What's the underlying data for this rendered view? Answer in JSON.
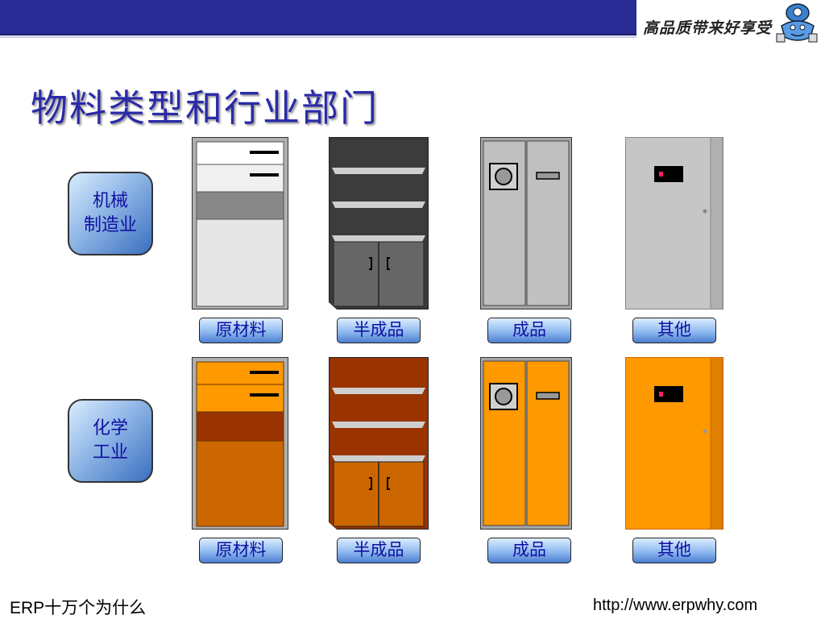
{
  "header": {
    "slogan": "高品质带来好享受"
  },
  "title": "物料类型和行业部门",
  "industries": [
    {
      "line1": "机械",
      "line2": "制造业"
    },
    {
      "line1": "化学",
      "line2": "工业"
    }
  ],
  "rows": [
    {
      "labels": [
        "原材料",
        "半成品",
        "成品",
        "其他"
      ]
    },
    {
      "labels": [
        "原材料",
        "半成品",
        "成品",
        "其他"
      ]
    }
  ],
  "colors": {
    "header_bar": "#2b2b95",
    "title": "#2a2aa8",
    "label_text": "#1010a0",
    "row1_cabinet_main": "#c0c0c0",
    "row1_cabinet_dark": "#555555",
    "row2_cabinet_main": "#ff9900",
    "row2_cabinet_dark": "#993300"
  },
  "footer": {
    "left": "ERP十万个为什么",
    "right": "http://www.erpwhy.com"
  }
}
